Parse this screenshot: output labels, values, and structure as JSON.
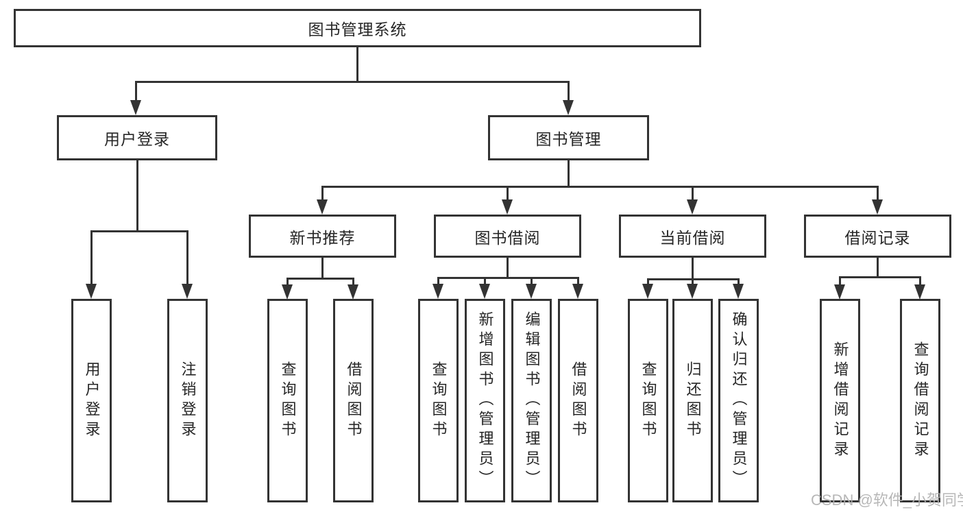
{
  "tree": {
    "root": {
      "label": "图书管理系统"
    },
    "branches": [
      {
        "label": "用户登录",
        "children": [
          {
            "label": "用户登录"
          },
          {
            "label": "注销登录"
          }
        ]
      },
      {
        "label": "图书管理",
        "children": [
          {
            "label": "新书推荐",
            "children": [
              {
                "label": "查询图书"
              },
              {
                "label": "借阅图书"
              }
            ]
          },
          {
            "label": "图书借阅",
            "children": [
              {
                "label": "查询图书"
              },
              {
                "label": "新增图书（管理员）"
              },
              {
                "label": "编辑图书（管理员）"
              },
              {
                "label": "借阅图书"
              }
            ]
          },
          {
            "label": "当前借阅",
            "children": [
              {
                "label": "查询图书"
              },
              {
                "label": "归还图书"
              },
              {
                "label": "确认归还（管理员）"
              }
            ]
          },
          {
            "label": "借阅记录",
            "children": [
              {
                "label": "新增借阅记录"
              },
              {
                "label": "查询借阅记录"
              }
            ]
          }
        ]
      }
    ]
  },
  "watermark": {
    "text": "CSDN @软件_小贺同学"
  },
  "colors": {
    "line": "#333333",
    "text": "#262626",
    "background": "#ffffff",
    "watermark": "#b0b0b0"
  }
}
